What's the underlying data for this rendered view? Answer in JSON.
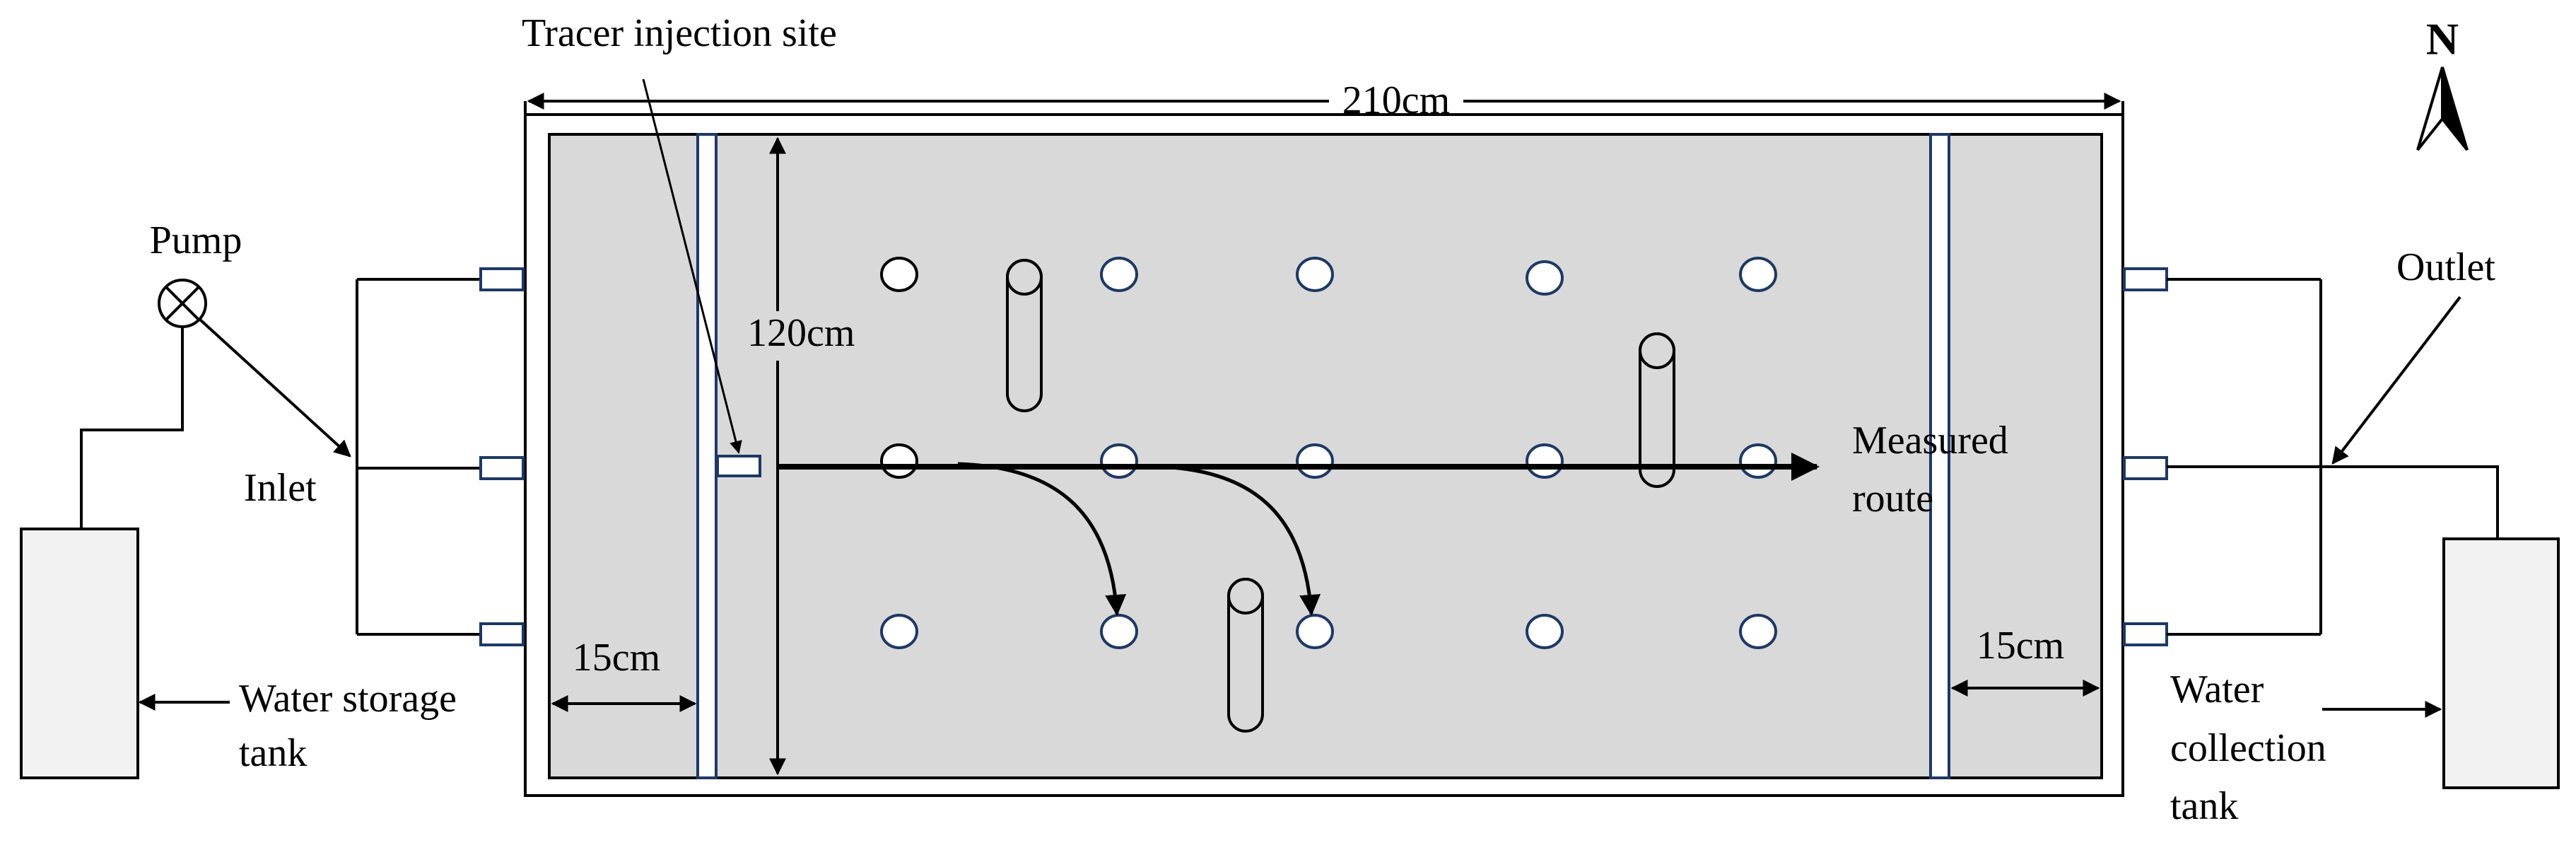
{
  "labels": {
    "tracer_injection_site": "Tracer injection site",
    "width_dim": "210cm",
    "height_dim": "120cm",
    "pump": "Pump",
    "inlet": "Inlet",
    "outlet": "Outlet",
    "measured_route_line1": "Measured",
    "measured_route_line2": "route",
    "left_buffer_dim": "15cm",
    "right_buffer_dim": "15cm",
    "water_storage_tank_line1": "Water storage",
    "water_storage_tank_line2": "tank",
    "water_collection_tank_line1": "Water",
    "water_collection_tank_line2": "collection",
    "water_collection_tank_line3": "tank",
    "north": "N"
  },
  "colors": {
    "tank_fill": "#d9d9d9",
    "storage_fill": "#f2f2f2",
    "circle_stroke": "#1f3864",
    "baffle_stroke": "#1f3864",
    "line": "#000000"
  },
  "icons": {
    "pump": "pump-icon",
    "north": "north-arrow-icon"
  }
}
